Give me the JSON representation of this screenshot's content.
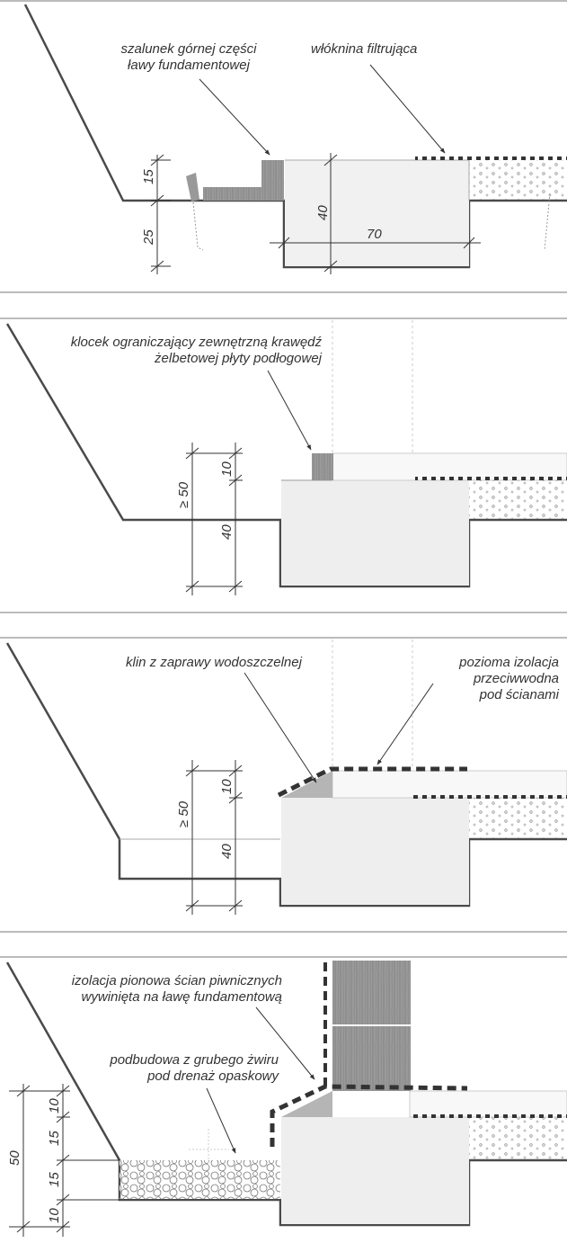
{
  "panels": {
    "p1": {
      "label_formwork": "szalunek górnej części\nławy fundamentowej",
      "label_geotextile": "włóknina filtrująca",
      "dim_15": "15",
      "dim_25": "25",
      "dim_40": "40",
      "dim_70": "70"
    },
    "p2": {
      "label_block": "klocek ograniczający zewnętrzną krawędź\nżelbetowej płyty podłogowej",
      "dim_min50": "≥ 50",
      "dim_10": "10",
      "dim_40": "40"
    },
    "p3": {
      "label_wedge": "klin z zaprawy wodoszczelnej",
      "label_horizontal": "pozioma izolacja\nprzeciwwodna\npod ścianami",
      "dim_min50": "≥ 50",
      "dim_10": "10",
      "dim_40": "40"
    },
    "p4": {
      "label_vertical": "izolacja pionowa ścian piwnicznych\nwywinięta na ławę fundamentową",
      "label_gravel": "podbudowa z grubego żwiru\npod drenaż opaskowy",
      "dim_50": "50",
      "dim_10a": "10",
      "dim_15a": "15",
      "dim_15b": "15",
      "dim_10b": "10"
    }
  },
  "colors": {
    "line": "#4a4a4a",
    "concrete": "#eeeeee",
    "wood": "#8a8a8a",
    "mortar": "#b5b5b5",
    "gravel_dots": "#999999"
  }
}
